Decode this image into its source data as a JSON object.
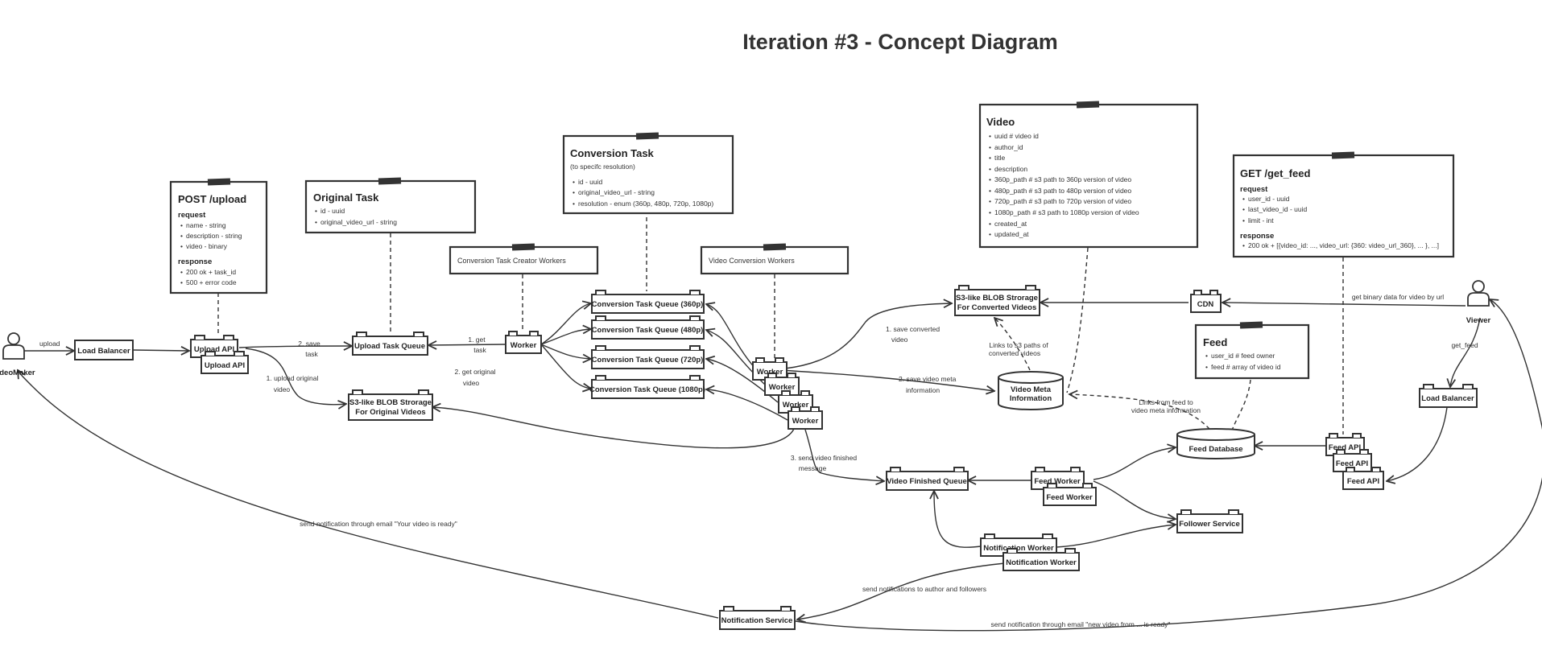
{
  "title": "Iteration #3 - Concept Diagram",
  "actors": {
    "video_maker": "VideoMaker",
    "viewer": "Viewer"
  },
  "components": {
    "load_balancer_left": "Load Balancer",
    "upload_api_1": "Upload API",
    "upload_api_2": "Upload API",
    "upload_task_queue": "Upload Task Queue",
    "blob_original_line1": "S3-like BLOB Strorage",
    "blob_original_line2": "For Original Videos",
    "worker_creator": "Worker",
    "queue_360": "Conversion Task Queue (360p)",
    "queue_480": "Conversion Task Queue (480p)",
    "queue_720": "Conversion Task Queue (720p)",
    "queue_1080": "Conversion Task Queue (1080p)",
    "conv_worker_1": "Worker",
    "conv_worker_2": "Worker",
    "conv_worker_3": "Worker",
    "conv_worker_4": "Worker",
    "blob_converted_line1": "S3-like BLOB Strorage",
    "blob_converted_line2": "For Converted Videos",
    "video_meta_line1": "Video Meta",
    "video_meta_line2": "Information",
    "cdn": "CDN",
    "video_finished_queue": "Video Finished Queue",
    "feed_worker_1": "Feed Worker",
    "feed_worker_2": "Feed Worker",
    "feed_database": "Feed Database",
    "follower_service": "Follower Service",
    "notification_worker_1": "Notification Worker",
    "notification_worker_2": "Notification Worker",
    "notification_service": "Notification Service",
    "feed_api_1": "Feed API",
    "feed_api_2": "Feed API",
    "feed_api_3": "Feed API",
    "load_balancer_right": "Load Balancer"
  },
  "notes": {
    "post_upload": {
      "title": "POST /upload",
      "request_heading": "request",
      "request_items": [
        "name - string",
        "description - string",
        "video - binary"
      ],
      "response_heading": "response",
      "response_items": [
        "200 ok + task_id",
        "500 + error code"
      ]
    },
    "original_task": {
      "title": "Original Task",
      "items": [
        "id - uuid",
        "original_video_url - string"
      ]
    },
    "conversion_task": {
      "title": "Conversion Task",
      "subtitle": "(to specifc resolution)",
      "items": [
        "id - uuid",
        "original_video_url - string",
        "resolution - enum (360p, 480p, 720p, 1080p)"
      ]
    },
    "creator_workers": {
      "title": "Conversion Task Creator Workers"
    },
    "video_conversion_workers": {
      "title": "Video Conversion Workers"
    },
    "video": {
      "title": "Video",
      "items": [
        "uuid # video id",
        "author_id",
        "title",
        "description",
        "360p_path # s3 path to 360p version of video",
        "480p_path # s3 path to 480p version of video",
        "720p_path # s3 path to 720p version of video",
        "1080p_path # s3 path to 1080p version of video",
        "created_at",
        "updated_at"
      ]
    },
    "get_feed": {
      "title": "GET /get_feed",
      "request_heading": "request",
      "request_items": [
        "user_id - uuid",
        "last_video_id - uuid",
        "limit - int"
      ],
      "response_heading": "response",
      "response_items": [
        "200 ok + [{video_id: ..., video_url: {360: video_url_360}, ... }, ...]"
      ]
    },
    "feed": {
      "title": "Feed",
      "items": [
        "user_id # feed owner",
        "feed # array of video id"
      ]
    }
  },
  "edge_labels": {
    "upload": "upload",
    "save_task_1": "2. save",
    "save_task_2": "task",
    "upload_original_1": "1. upload original",
    "upload_original_2": "video",
    "get_task_1": "1. get",
    "get_task_2": "task",
    "get_original_1": "2. get original",
    "get_original_2": "video",
    "save_converted_1": "1. save converted",
    "save_converted_2": "video",
    "save_meta_1": "2. save video meta",
    "save_meta_2": "information",
    "links_s3_1": "Links to s3 paths of",
    "links_s3_2": "converted videos",
    "links_feed_1": "Links from feed to",
    "links_feed_2": "video meta information",
    "send_finished_1": "3. send video finished",
    "send_finished_2": "message",
    "get_binary": "get binary data for video by url",
    "get_feed": "get_feed",
    "notify_email_ready": "send notification through email \"Your video is ready\"",
    "notify_author_followers": "send notifications to author and followers",
    "notify_email_new": "send notification through email \"new video from ... is ready\""
  }
}
